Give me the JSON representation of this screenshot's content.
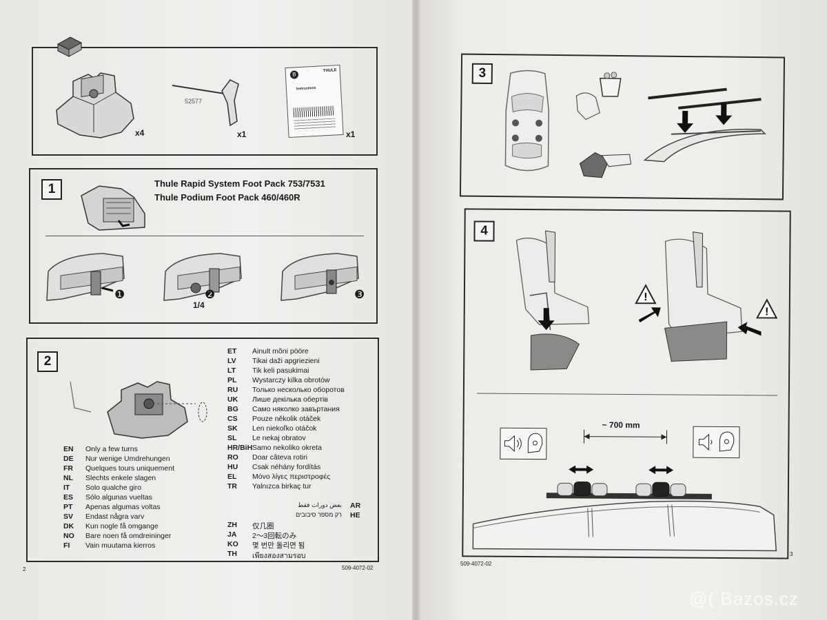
{
  "left_page": {
    "page_number": "2",
    "doc_code": "509-4072-02",
    "kit_box": {
      "part_number": "52577",
      "qty_foot": "x4",
      "qty_key": "x1",
      "qty_manual": "x1",
      "manual_letter": "B",
      "manual_brand": "THULE",
      "manual_title": "Instructions"
    },
    "step1": {
      "number": "1",
      "line1": "Thule Rapid System Foot Pack 753/7531",
      "line2": "Thule Podium Foot Pack 460/460R",
      "sub1": "❶",
      "sub2": "❷",
      "sub3": "❸",
      "quarter": "1/4"
    },
    "step2": {
      "number": "2",
      "col1": [
        {
          "code": "EN",
          "text": "Only a few turns"
        },
        {
          "code": "DE",
          "text": "Nur wenige Umdrehungen"
        },
        {
          "code": "FR",
          "text": "Quelques tours uniquement"
        },
        {
          "code": "NL",
          "text": "Slechts enkele slagen"
        },
        {
          "code": "IT",
          "text": "Solo qualche giro"
        },
        {
          "code": "ES",
          "text": "Sólo algunas vueltas"
        },
        {
          "code": "PT",
          "text": "Apenas algumas voltas"
        },
        {
          "code": "SV",
          "text": "Endast några varv"
        },
        {
          "code": "DK",
          "text": "Kun nogle få omgange"
        },
        {
          "code": "NO",
          "text": "Bare noen få omdreininger"
        },
        {
          "code": "FI",
          "text": "Vain muutama kierros"
        }
      ],
      "col2": [
        {
          "code": "ET",
          "text": "Ainult mõni pööre"
        },
        {
          "code": "LV",
          "text": "Tikai daži apgriezieni"
        },
        {
          "code": "LT",
          "text": "Tik keli pasukimai"
        },
        {
          "code": "PL",
          "text": "Wystarczy kilka obrotów"
        },
        {
          "code": "RU",
          "text": "Только несколько оборотов"
        },
        {
          "code": "UK",
          "text": "Лише декілька обертів"
        },
        {
          "code": "BG",
          "text": "Само няколко завъртания"
        },
        {
          "code": "CS",
          "text": "Pouze několik otáček"
        },
        {
          "code": "SK",
          "text": "Len niekoľko otáčok"
        },
        {
          "code": "SL",
          "text": "Le nekaj obratov"
        },
        {
          "code": "HR/BiH",
          "text": "Samo nekoliko okreta"
        },
        {
          "code": "RO",
          "text": "Doar câteva rotiri"
        },
        {
          "code": "HU",
          "text": "Csak néhány fordítás"
        },
        {
          "code": "EL",
          "text": "Μόνο λίγες περιστροφές"
        },
        {
          "code": "TR",
          "text": "Yalnızca birkaç tur"
        }
      ],
      "rtl": [
        {
          "code": "AR",
          "text": "بعض دورات فقط"
        },
        {
          "code": "HE",
          "text": "רק מספר סיבובים"
        }
      ],
      "asian": [
        {
          "code": "ZH",
          "text": "仅几圈"
        },
        {
          "code": "JA",
          "text": "2～3回転のみ"
        },
        {
          "code": "KO",
          "text": "몇 번만 돌리면 됨"
        },
        {
          "code": "TH",
          "text": "เพียงสองสามรอบ"
        }
      ]
    }
  },
  "right_page": {
    "page_number": "3",
    "doc_code": "509-4072-02",
    "step3": {
      "number": "3"
    },
    "step4": {
      "number": "4",
      "distance": "~ 700 mm"
    }
  },
  "watermark": "@( Bazos.cz"
}
